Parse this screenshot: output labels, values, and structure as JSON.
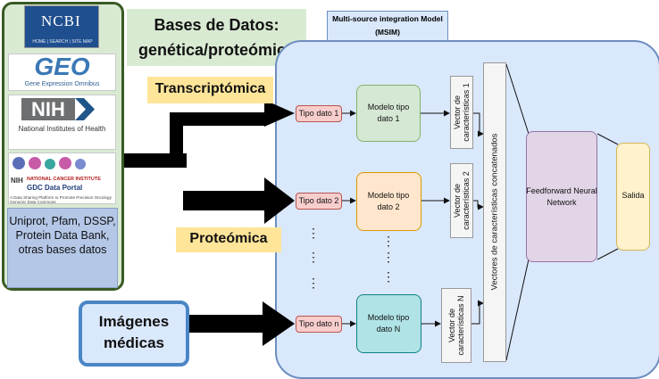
{
  "databases": {
    "ncbi": {
      "name": "NCBI",
      "subtitle": "HOME | SEARCH | SITE MAP"
    },
    "geo": {
      "name": "GEO",
      "subtitle": "Gene Expression Omnibus"
    },
    "nih": {
      "name": "NIH",
      "subtitle": "National Institutes of Health"
    },
    "gdc": {
      "nih_mark": "NIH",
      "title_top": "NATIONAL CANCER INSTITUTE",
      "title": "GDC Data Portal",
      "subtitle": "A Data Sharing Platform to Promote Precision Oncology Genomic Data Commons"
    },
    "other": "Uniprot, Pfam, DSSP, Protein Data Bank, otras bases datos"
  },
  "header": {
    "db_title": "Bases de Datos: genética/proteómica",
    "msim_title": "Multi-source integration Model (MSIM)"
  },
  "omics": {
    "transcriptomics": "Transcriptómica",
    "proteomics": "Proteómica"
  },
  "medical_images": "Imágenes médicas",
  "pipeline": {
    "rows": [
      {
        "type": "Tipo dato 1",
        "model": "Modelo tipo dato 1",
        "vector": "Vector de características 1"
      },
      {
        "type": "Tipo dato 2",
        "model": "Modelo tipo dato 2",
        "vector": "Vector de características 2"
      },
      {
        "type": "Tipo dato n",
        "model": "Modelo tipo dato N",
        "vector": "Vector de características N"
      }
    ],
    "ellipsis": "⋮",
    "concat": "Vectores de características concatenados",
    "ffnn": "Feedforward Neural Network",
    "output": "Salida"
  },
  "colors": {
    "panel_green": "#d9ead3",
    "model_blue": "#dae8fc",
    "type_red": "#f8cecc",
    "model1_green": "#d5e8d4",
    "model2_orange": "#ffe6cc",
    "modelN_teal": "#b0e3e6",
    "ffnn_purple": "#e1d5e7",
    "output_yellow": "#fff2cc",
    "omics_yellow": "#ffe599"
  }
}
